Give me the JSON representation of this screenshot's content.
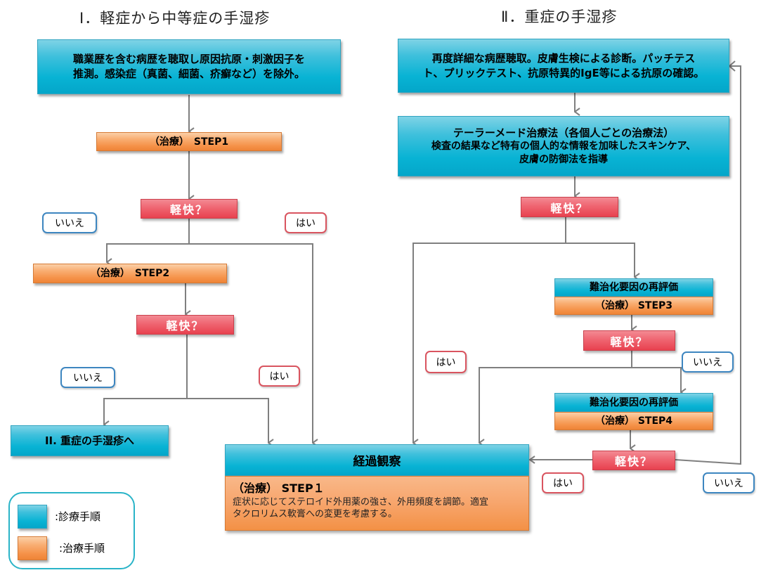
{
  "section1": {
    "title": "Ⅰ．軽症から中等症の手湿疹",
    "diagnosis": "職業歴を含む病歴を聴取し原因抗原・刺激因子を推測。感染症（真菌、細菌、疥癬など）を除外。",
    "diagnosis_lines": [
      "職業歴を含む病歴を聴取し原因抗原・刺激因子を",
      "推測。感染症（真菌、細菌、疥癬など）を除外。"
    ],
    "step1": "（治療）　STEP1",
    "question1": "軽快？",
    "no1": "いいえ",
    "yes1": "はい",
    "step2": "（治療）　STEP2",
    "question2": "軽快？",
    "no2": "いいえ",
    "yes2": "はい",
    "to_severe": "II. 重症の手湿疹へ"
  },
  "section2": {
    "title": "Ⅱ．重症の手湿疹",
    "diagnosis_lines": [
      "再度詳細な病歴聴取。皮膚生検による診断。パッチテス",
      "ト、プリックテスト、抗原特異的IgE等による抗原の確認。"
    ],
    "tailormade_lines": [
      "テーラーメード治療法（各個人ごとの治療法）",
      "検査の結果など特有の個人的な情報を加味したスキンケア、",
      "皮膚の防御法を指導"
    ],
    "question1": "軽快？",
    "reeval1": "難治化要因の再評価",
    "step3": "（治療） STEP3",
    "question2": "軽快？",
    "yes2": "はい",
    "no2": "いいえ",
    "reeval2": "難治化要因の再評価",
    "step4": "（治療） STEP4",
    "question3": "軽快？",
    "yes3": "はい",
    "no3": "いいえ"
  },
  "observation": {
    "title": "経過観察",
    "step": "（治療） STEP１",
    "text_lines": [
      "症状に応じてステロイド外用薬の強さ、外用頻度を調節。適宜",
      "タクロリムス軟膏への変更を考慮する。"
    ]
  },
  "legend": {
    "items": [
      {
        "label": ":診療手順",
        "color": "#08b3d4"
      },
      {
        "label": ":治療手順",
        "color": "#f59148"
      }
    ]
  },
  "colors": {
    "diagnosis": "#08b3d4",
    "treatment": "#f59148",
    "question": "#e8414f",
    "yes_border": "#d9545f",
    "no_border": "#3d86c0",
    "connector": "#7f7f7f"
  }
}
